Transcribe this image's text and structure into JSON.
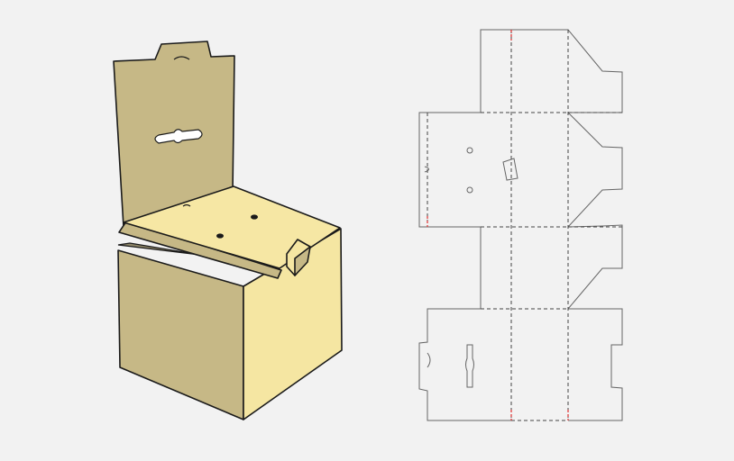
{
  "colors": {
    "background": "#f2f2f2",
    "board_side": "#c6b886",
    "board_front": "#f5e6a2",
    "board_lid": "#f6e7a4",
    "board_inner": "#8f8769",
    "outline": "#1a1a1a",
    "cut_line": "#666666",
    "fold_line": "#444444",
    "glue_marker": "#e03030"
  },
  "illustration": {
    "assembled_box": {
      "hang_tab_slot": "euro-slot",
      "locking_tab": "tuck-lock"
    },
    "dieline": {
      "panels": 4,
      "line_styles": [
        "cut-solid",
        "fold-dashed"
      ]
    }
  }
}
